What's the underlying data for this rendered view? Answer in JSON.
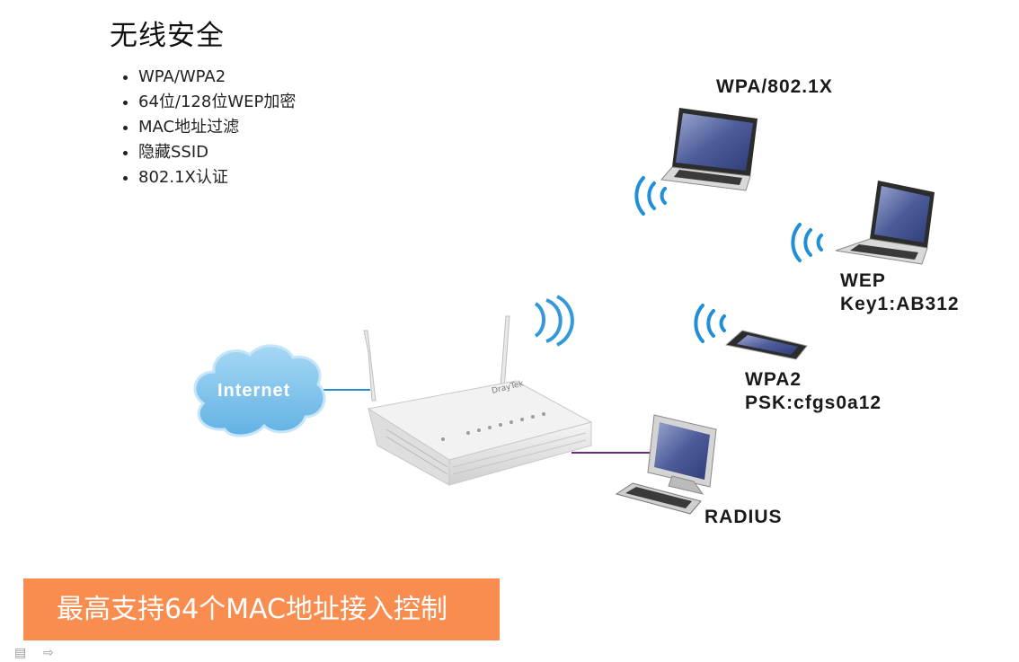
{
  "title": "无线安全",
  "features": [
    "WPA/WPA2",
    "64位/128位WEP加密",
    "MAC地址过滤",
    "隐藏SSID",
    "802.1X认证"
  ],
  "internet_label": "Internet",
  "clients": {
    "wpa8021x": {
      "label": "WPA/802.1X"
    },
    "wep": {
      "line1": "WEP",
      "line2": "Key1:AB312"
    },
    "wpa2": {
      "line1": "WPA2",
      "line2": "PSK:cfgs0a12"
    },
    "radius": {
      "label": "RADIUS"
    }
  },
  "router_brand": "DrayTek",
  "banner": "最高支持64个MAC地址接入控制",
  "colors": {
    "banner": "#f98d4f",
    "cloud": "#7fc3ea",
    "wave": "#1f8fd8",
    "link_internet": "#2a8bd0",
    "link_radius": "#6b2a7c"
  },
  "icons": {
    "prev": "notes-icon",
    "next": "arrow-right-icon"
  }
}
